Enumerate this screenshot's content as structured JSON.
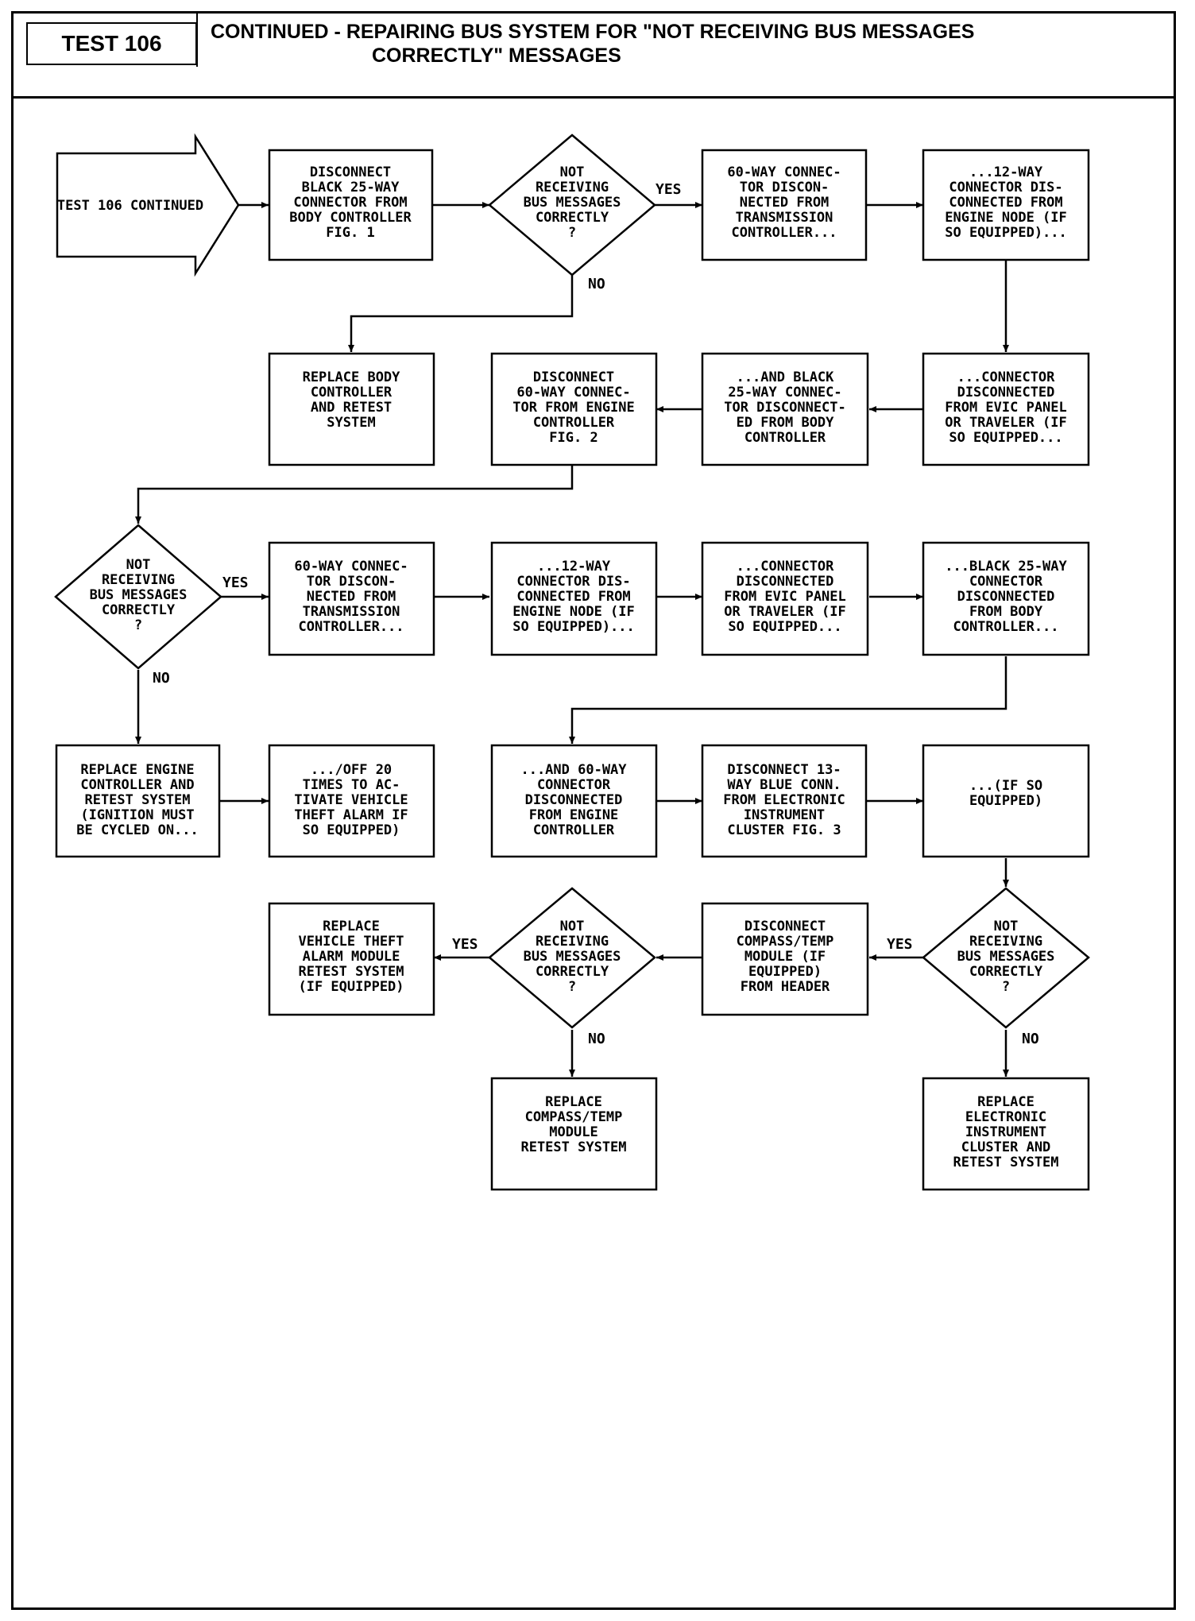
{
  "header": {
    "test_label": "TEST 106",
    "title_line_1": "CONTINUED - REPAIRING BUS SYSTEM FOR \"NOT RECEIVING BUS MESSAGES",
    "title_line_2": "CORRECTLY\" MESSAGES"
  },
  "nodes": {
    "start": [
      "TEST 106 CONTINUED"
    ],
    "b1": [
      "DISCONNECT",
      "BLACK 25-WAY",
      "CONNECTOR FROM",
      "BODY CONTROLLER",
      "FIG. 1"
    ],
    "d1": [
      "NOT",
      "RECEIVING",
      "BUS MESSAGES",
      "CORRECTLY",
      "?"
    ],
    "b2": [
      "60-WAY CONNEC-",
      "TOR DISCON-",
      "NECTED FROM",
      "TRANSMISSION",
      "CONTROLLER..."
    ],
    "b3": [
      "...12-WAY",
      "CONNECTOR DIS-",
      "CONNECTED FROM",
      "ENGINE NODE (IF",
      "SO EQUIPPED)..."
    ],
    "b4": [
      "REPLACE BODY",
      "CONTROLLER",
      "AND RETEST",
      "SYSTEM"
    ],
    "b5": [
      "DISCONNECT",
      "60-WAY CONNEC-",
      "TOR FROM ENGINE",
      "CONTROLLER",
      "FIG. 2"
    ],
    "b6": [
      "...AND BLACK",
      "25-WAY CONNEC-",
      "TOR DISCONNECT-",
      "ED FROM BODY",
      "CONTROLLER"
    ],
    "b7": [
      "...CONNECTOR",
      "DISCONNECTED",
      "FROM EVIC PANEL",
      "OR TRAVELER (IF",
      "SO EQUIPPED..."
    ],
    "d2": [
      "NOT",
      "RECEIVING",
      "BUS MESSAGES",
      "CORRECTLY",
      "?"
    ],
    "b8": [
      "60-WAY CONNEC-",
      "TOR DISCON-",
      "NECTED FROM",
      "TRANSMISSION",
      "CONTROLLER..."
    ],
    "b9": [
      "...12-WAY",
      "CONNECTOR DIS-",
      "CONNECTED FROM",
      "ENGINE NODE (IF",
      "SO EQUIPPED)..."
    ],
    "b10": [
      "...CONNECTOR",
      "DISCONNECTED",
      "FROM EVIC PANEL",
      "OR TRAVELER (IF",
      "SO EQUIPPED..."
    ],
    "b11": [
      "...BLACK 25-WAY",
      "CONNECTOR",
      "DISCONNECTED",
      "FROM BODY",
      "CONTROLLER..."
    ],
    "b12": [
      "REPLACE ENGINE",
      "CONTROLLER AND",
      "RETEST SYSTEM",
      "(IGNITION MUST",
      "BE CYCLED ON..."
    ],
    "b13": [
      ".../OFF 20",
      "TIMES TO AC-",
      "TIVATE VEHICLE",
      "THEFT ALARM IF",
      "SO EQUIPPED)"
    ],
    "b14": [
      "...AND 60-WAY",
      "CONNECTOR",
      "DISCONNECTED",
      "FROM ENGINE",
      "CONTROLLER"
    ],
    "b15": [
      "DISCONNECT 13-",
      "WAY BLUE CONN.",
      "FROM ELECTRONIC",
      "INSTRUMENT",
      "CLUSTER FIG. 3"
    ],
    "b16": [
      "...(IF SO",
      "EQUIPPED)"
    ],
    "b17": [
      "REPLACE",
      "VEHICLE THEFT",
      "ALARM MODULE",
      "RETEST SYSTEM",
      "(IF EQUIPPED)"
    ],
    "d3": [
      "NOT",
      "RECEIVING",
      "BUS MESSAGES",
      "CORRECTLY",
      "?"
    ],
    "b18": [
      "DISCONNECT",
      "COMPASS/TEMP",
      "MODULE (IF",
      "EQUIPPED)",
      "FROM HEADER"
    ],
    "d4": [
      "NOT",
      "RECEIVING",
      "BUS MESSAGES",
      "CORRECTLY",
      "?"
    ],
    "b19": [
      "REPLACE",
      "COMPASS/TEMP",
      "MODULE",
      "RETEST SYSTEM"
    ],
    "b20": [
      "REPLACE",
      "ELECTRONIC",
      "INSTRUMENT",
      "CLUSTER AND",
      "RETEST SYSTEM"
    ]
  },
  "branch_labels": {
    "yes": "YES",
    "no": "NO"
  }
}
